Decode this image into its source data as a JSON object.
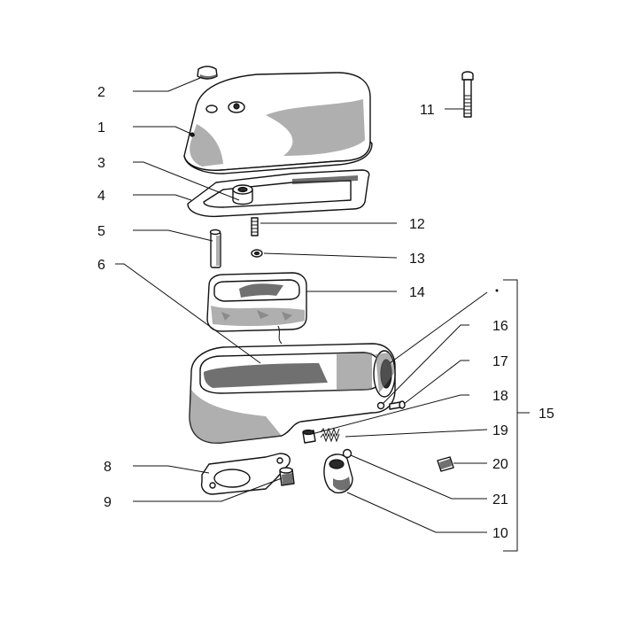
{
  "diagram": {
    "callouts": [
      {
        "id": "1",
        "text": "1"
      },
      {
        "id": "2",
        "text": "2"
      },
      {
        "id": "3",
        "text": "3"
      },
      {
        "id": "4",
        "text": "4"
      },
      {
        "id": "5",
        "text": "5"
      },
      {
        "id": "6",
        "text": "6"
      },
      {
        "id": "8",
        "text": "8"
      },
      {
        "id": "9",
        "text": "9"
      },
      {
        "id": "10",
        "text": "10"
      },
      {
        "id": "11",
        "text": "11"
      },
      {
        "id": "12",
        "text": "12"
      },
      {
        "id": "13",
        "text": "13"
      },
      {
        "id": "14",
        "text": "14"
      },
      {
        "id": "15",
        "text": "15"
      },
      {
        "id": "16",
        "text": "16"
      },
      {
        "id": "17",
        "text": "17"
      },
      {
        "id": "18",
        "text": "18"
      },
      {
        "id": "19",
        "text": "19"
      },
      {
        "id": "20",
        "text": "20"
      },
      {
        "id": "21",
        "text": "21"
      }
    ]
  }
}
